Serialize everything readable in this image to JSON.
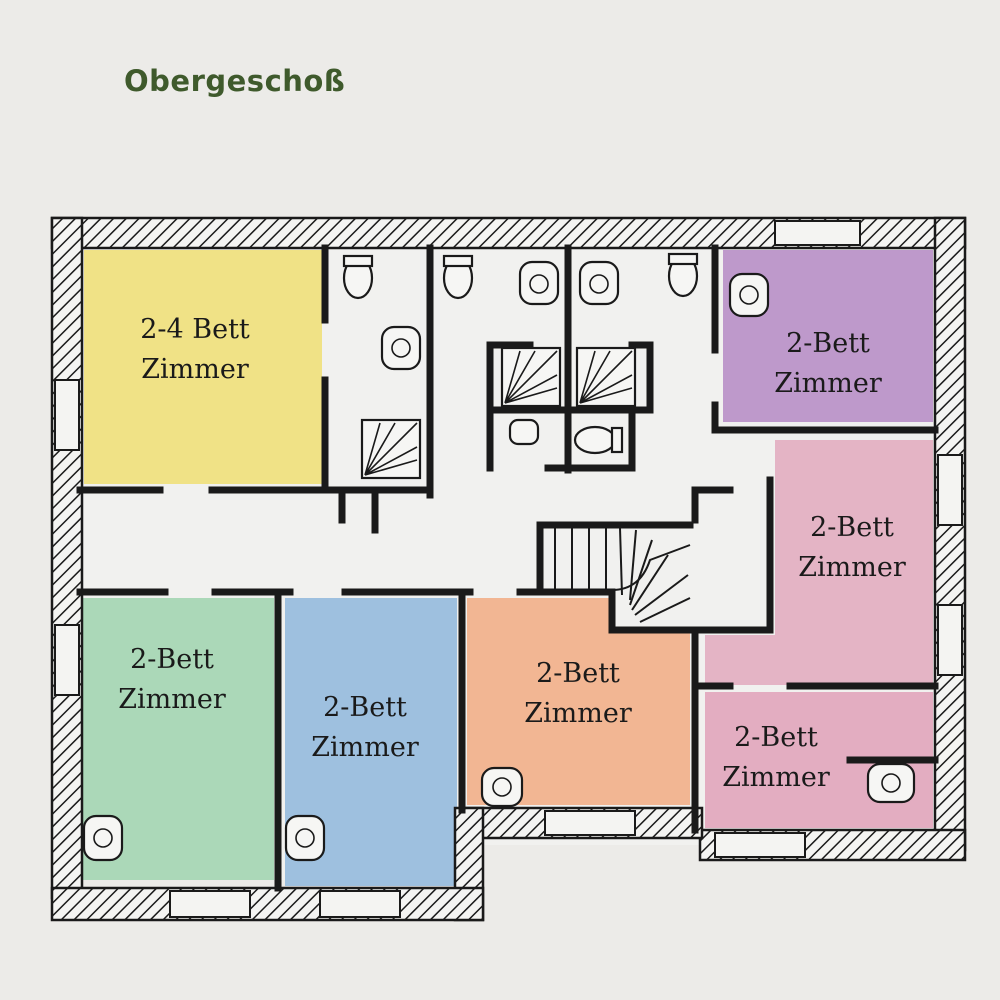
{
  "page": {
    "title": "Obergeschoß",
    "title_color": "#3f5a2c"
  },
  "rooms": [
    {
      "id": "room-2-4-bett",
      "label_line1": "2-4 Bett",
      "label_line2": "Zimmer",
      "color": "#f0df73"
    },
    {
      "id": "room-purple",
      "label_line1": "2-Bett",
      "label_line2": "Zimmer",
      "color": "#b58ac4"
    },
    {
      "id": "room-pink-upper",
      "label_line1": "2-Bett",
      "label_line2": "Zimmer",
      "color": "#e2a9bd"
    },
    {
      "id": "room-green",
      "label_line1": "2-Bett",
      "label_line2": "Zimmer",
      "color": "#9fd3ae"
    },
    {
      "id": "room-blue",
      "label_line1": "2-Bett",
      "label_line2": "Zimmer",
      "color": "#8fb7dc"
    },
    {
      "id": "room-orange",
      "label_line1": "2-Bett",
      "label_line2": "Zimmer",
      "color": "#f2ab82"
    },
    {
      "id": "room-pink-lower",
      "label_line1": "2-Bett",
      "label_line2": "Zimmer",
      "color": "#e0a1b8"
    }
  ],
  "colors": {
    "wall": "#1a1a1a",
    "hatch_fill": "#f4f4f2",
    "floor": "#f1f1ef"
  }
}
